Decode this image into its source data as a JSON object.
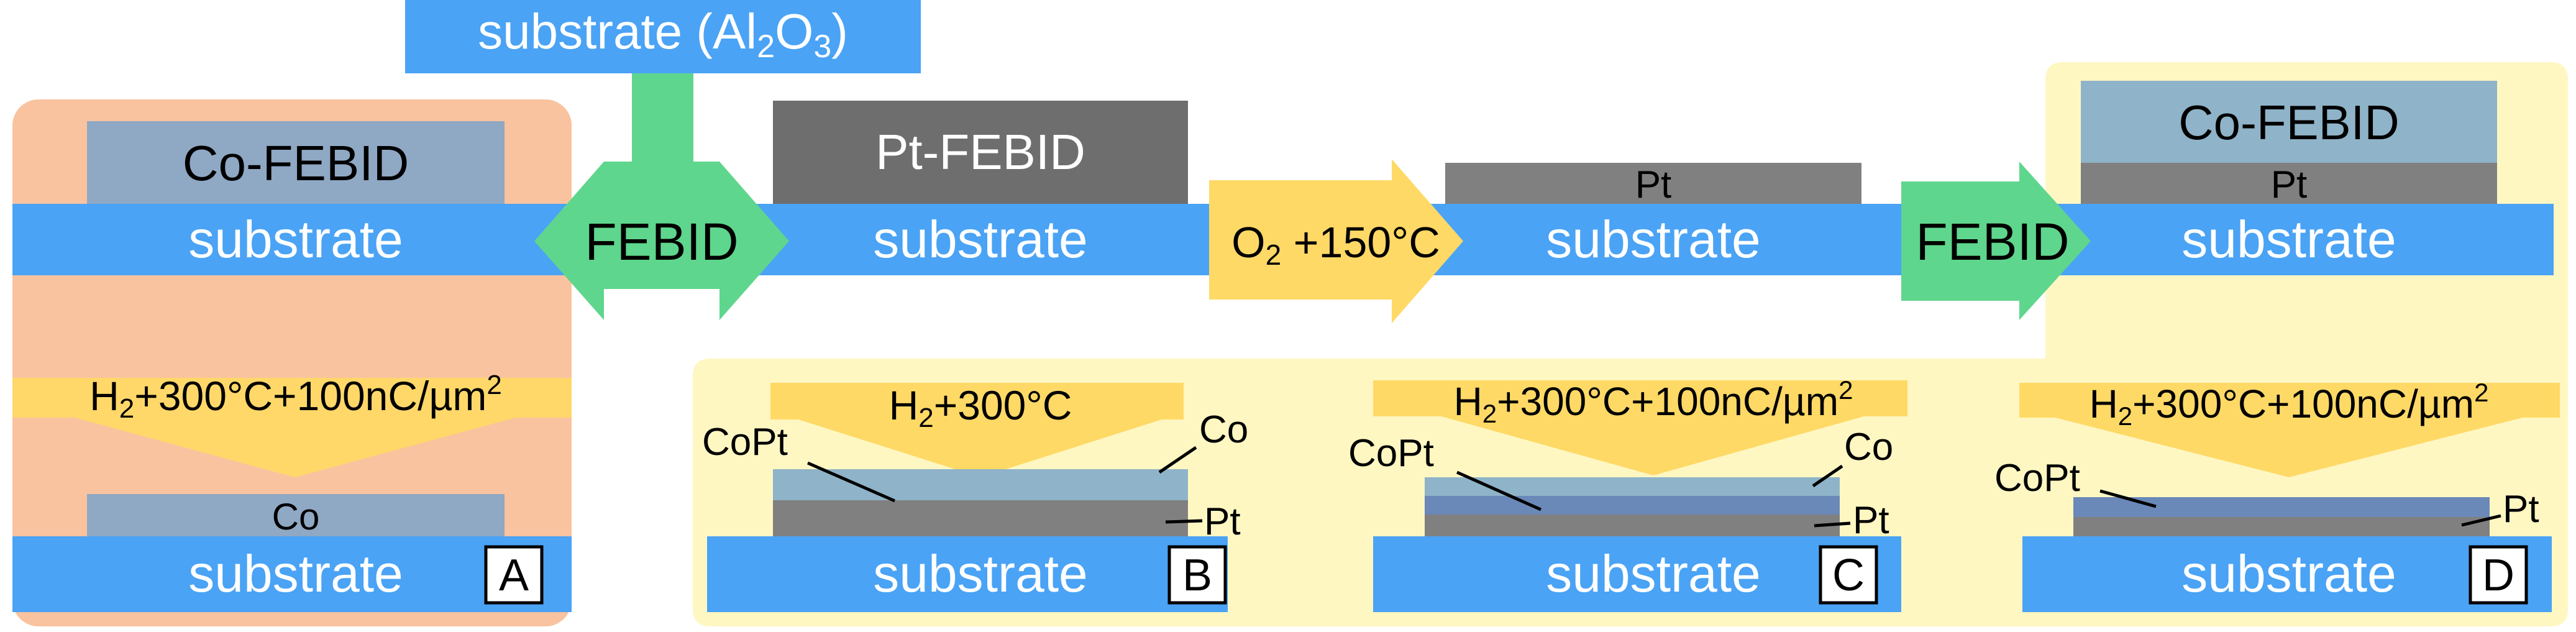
{
  "colors": {
    "substrate": "#4aa3f5",
    "pt": "#808080",
    "cofebid": "#8fa8c4",
    "cofilm": "#8fb3c8",
    "copt": "#6a88b8",
    "febid_arrow": "#5fd68d",
    "anneal_arrow": "#ffd966",
    "panel_a": "#f9c39f",
    "panel_yellow": "#fff7c2"
  },
  "top": {
    "source_label_main": "substrate (Al",
    "source_sub1": "2",
    "source_mid": "O",
    "source_sub2": "3",
    "source_close": ")"
  },
  "row1": {
    "pt_febid": "Pt-FEBID",
    "substrate": "substrate",
    "o2_main": "O",
    "o2_sub": "2",
    "o2_rest": " +150°C",
    "pt": "Pt",
    "febid_left": "FEBID",
    "febid_right": "FEBID",
    "co_febid_left": "Co-FEBID",
    "co_febid_right": "Co-FEBID"
  },
  "panels": {
    "A": {
      "letter": "A",
      "process_main": "H",
      "process_sub": "2",
      "process_rest": "+300°C+100nC/µm",
      "process_sup": "2",
      "film": "Co",
      "substrate": "substrate"
    },
    "B": {
      "letter": "B",
      "process_main": "H",
      "process_sub": "2",
      "process_rest": "+300°C",
      "label_copt": "CoPt",
      "label_co": "Co",
      "label_pt": "Pt",
      "substrate": "substrate"
    },
    "C": {
      "letter": "C",
      "process_main": "H",
      "process_sub": "2",
      "process_rest": "+300°C+100nC/µm",
      "process_sup": "2",
      "label_copt": "CoPt",
      "label_co": "Co",
      "label_pt": "Pt",
      "substrate": "substrate"
    },
    "D": {
      "letter": "D",
      "process_main": "H",
      "process_sub": "2",
      "process_rest": "+300°C+100nC/µm",
      "process_sup": "2",
      "label_copt": "CoPt",
      "label_pt": "Pt",
      "substrate": "substrate"
    }
  }
}
